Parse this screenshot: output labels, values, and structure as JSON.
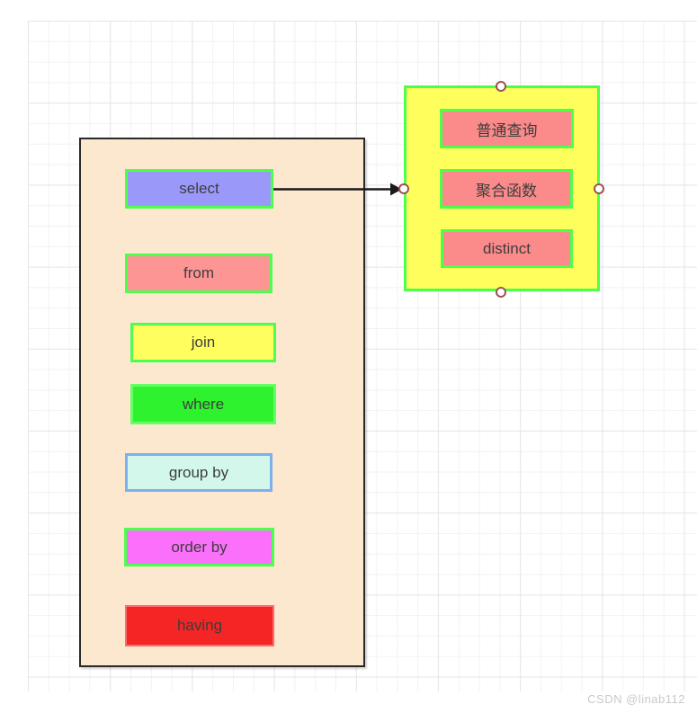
{
  "diagram": {
    "main_box": {
      "name": "SQL query clauses container",
      "fill": "#fce7cf",
      "border_color": "#292929",
      "clauses": [
        {
          "label": "select",
          "fill": "#9a99fa",
          "border": "#4dff4d"
        },
        {
          "label": "from",
          "fill": "#fe9595",
          "border": "#4dff4d"
        },
        {
          "label": "join",
          "fill": "#feff5f",
          "border": "#4dff4d"
        },
        {
          "label": "where",
          "fill": "#2ef22e",
          "border": "#63ff63"
        },
        {
          "label": "group by",
          "fill": "#d3f7eb",
          "border": "#7db0ee"
        },
        {
          "label": "order by",
          "fill": "#fb70fb",
          "border": "#4dff4d"
        },
        {
          "label": "having",
          "fill": "#f42525",
          "border": "#ff6a6a"
        }
      ]
    },
    "select_panel": {
      "fill": "#feff5c",
      "border_color": "#4dff4d",
      "items": [
        {
          "label": "普通查询",
          "fill": "#fb8a8a",
          "border": "#4dff4d"
        },
        {
          "label": "聚合函数",
          "fill": "#fb8a8a",
          "border": "#4dff4d"
        },
        {
          "label": "distinct",
          "fill": "#fb8a8a",
          "border": "#4dff4d"
        }
      ]
    },
    "arrow": {
      "from": "select",
      "to": "select_panel",
      "color": "#1a1a1a"
    },
    "handle_ring_color": "#9d5151",
    "text_color": "#3d3d3d",
    "grid_color": "#f2f2f5"
  },
  "watermark": "CSDN @linab112"
}
